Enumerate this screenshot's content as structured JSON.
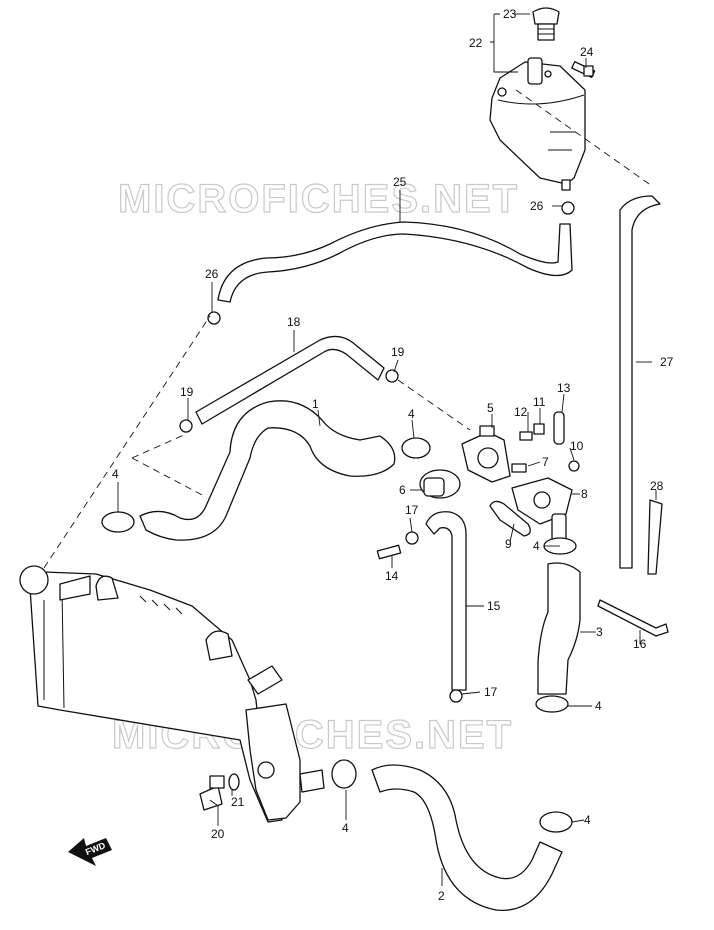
{
  "watermark": "MICROFICHES.NET",
  "fwd_label": "FWD",
  "callouts": [
    {
      "id": "c1",
      "text": "1"
    },
    {
      "id": "c2",
      "text": "2"
    },
    {
      "id": "c3",
      "text": "3"
    },
    {
      "id": "c4a",
      "text": "4"
    },
    {
      "id": "c4b",
      "text": "4"
    },
    {
      "id": "c4c",
      "text": "4"
    },
    {
      "id": "c4d",
      "text": "4"
    },
    {
      "id": "c4e",
      "text": "4"
    },
    {
      "id": "c4f",
      "text": "4"
    },
    {
      "id": "c5",
      "text": "5"
    },
    {
      "id": "c6",
      "text": "6"
    },
    {
      "id": "c7",
      "text": "7"
    },
    {
      "id": "c8",
      "text": "8"
    },
    {
      "id": "c9",
      "text": "9"
    },
    {
      "id": "c10",
      "text": "10"
    },
    {
      "id": "c11",
      "text": "11"
    },
    {
      "id": "c12",
      "text": "12"
    },
    {
      "id": "c13",
      "text": "13"
    },
    {
      "id": "c14",
      "text": "14"
    },
    {
      "id": "c15",
      "text": "15"
    },
    {
      "id": "c16",
      "text": "16"
    },
    {
      "id": "c17a",
      "text": "17"
    },
    {
      "id": "c17b",
      "text": "17"
    },
    {
      "id": "c18",
      "text": "18"
    },
    {
      "id": "c19a",
      "text": "19"
    },
    {
      "id": "c19b",
      "text": "19"
    },
    {
      "id": "c20",
      "text": "20"
    },
    {
      "id": "c21",
      "text": "21"
    },
    {
      "id": "c22",
      "text": "22"
    },
    {
      "id": "c23",
      "text": "23"
    },
    {
      "id": "c24",
      "text": "24"
    },
    {
      "id": "c25",
      "text": "25"
    },
    {
      "id": "c26a",
      "text": "26"
    },
    {
      "id": "c26b",
      "text": "26"
    },
    {
      "id": "c27",
      "text": "27"
    },
    {
      "id": "c28",
      "text": "28"
    }
  ]
}
